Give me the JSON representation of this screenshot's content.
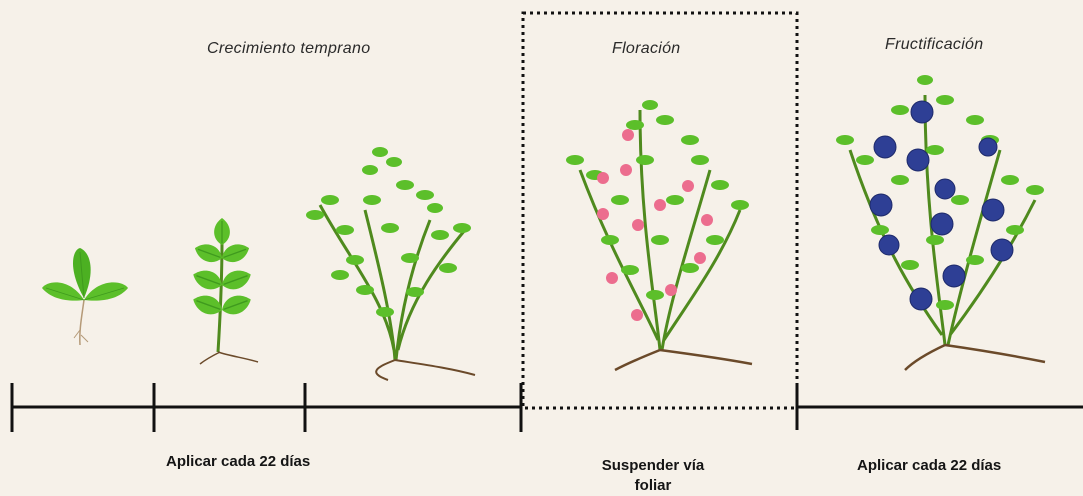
{
  "stages": {
    "early_growth": "Crecimiento temprano",
    "flowering": "Floración",
    "fruiting": "Fructificación"
  },
  "instructions": {
    "early": "Aplicar cada 22 días",
    "flowering_line1": "Suspender vía",
    "flowering_line2": "foliar",
    "fruiting": "Aplicar cada 22 días"
  },
  "colors": {
    "background": "#f6f1e9",
    "leaf": "#5cbf2a",
    "leaf_dark": "#3f9a1e",
    "stem": "#4f8a1e",
    "root": "#6b4a2a",
    "flower": "#ec6d8e",
    "berry": "#2e3f95",
    "timeline": "#111111"
  },
  "icons": [
    "seedling",
    "young-plant",
    "growing-bush",
    "flowering-bush",
    "fruiting-bush"
  ]
}
